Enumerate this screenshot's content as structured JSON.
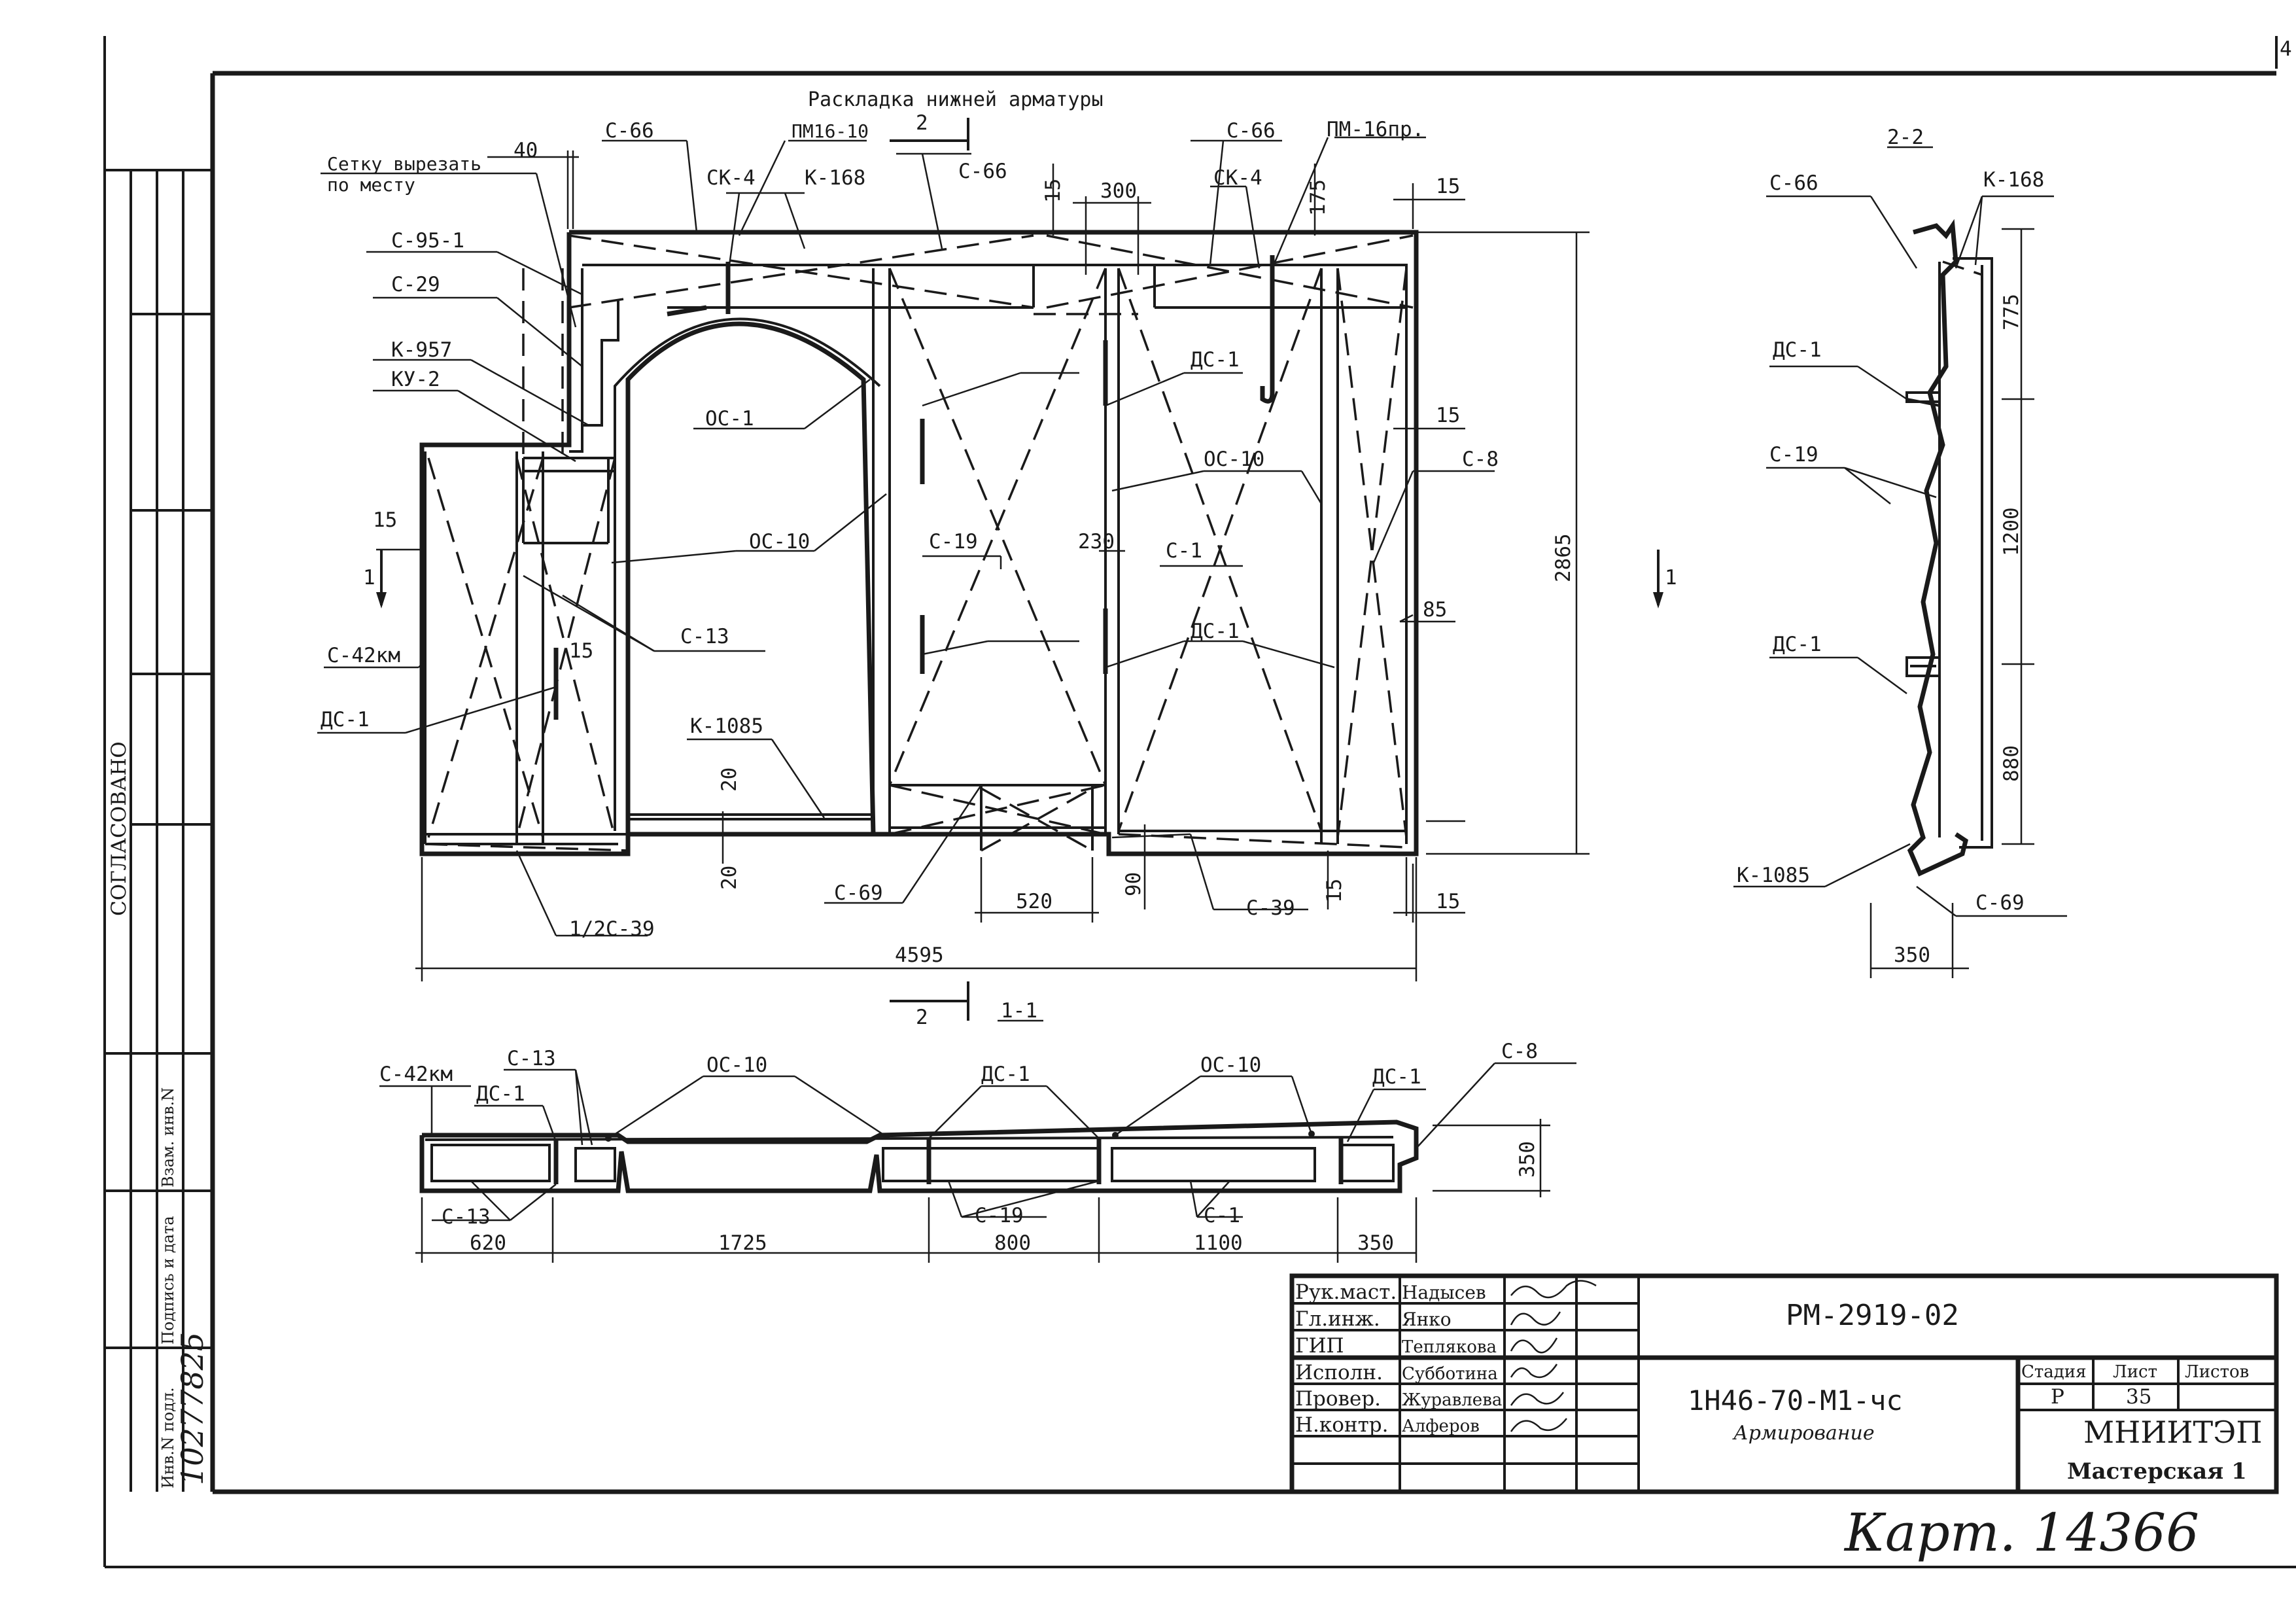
{
  "sheet_corner": "4",
  "plan": {
    "title": "Раскладка нижней арматуры",
    "labels": {
      "pm16_10": "ПМ16-10",
      "section_2": "2",
      "c66": "С-66",
      "pm16pr": "ПМ-16пр.",
      "cut_note_1": "Сетку вырезать",
      "cut_note_2": "по месту",
      "d40": "40",
      "ck4": "СК-4",
      "k168": "К-168",
      "d15": "15",
      "d300": "300",
      "d175": "175",
      "c95_1": "С-95-1",
      "c29": "С-29",
      "k957": "К-957",
      "ku2": "КУ-2",
      "oc1": "ОС-1",
      "dc1": "ДС-1",
      "oc10": "ОС-10",
      "c8": "С-8",
      "d2865": "2865",
      "section_1": "1",
      "c19": "С-19",
      "d230": "230",
      "c1": "С-1",
      "c13": "С-13",
      "d85": "85",
      "c42km": "С-42км",
      "k1085": "К-1085",
      "d20": "20",
      "c69": "С-69",
      "d520": "520",
      "d90": "90",
      "c39": "С-39",
      "c2_39": "1/2С-39",
      "d4595": "4595"
    }
  },
  "section_22": {
    "title": "2-2",
    "c66": "С-66",
    "k168": "К-168",
    "dc1": "ДС-1",
    "c19": "С-19",
    "k1085": "К-1085",
    "c69": "С-69",
    "d775": "775",
    "d1200": "1200",
    "d880": "880",
    "d350": "350"
  },
  "section_11": {
    "title": "1-1",
    "section_mark": "2",
    "c42km": "С-42км",
    "c13": "С-13",
    "dc1": "ДС-1",
    "oc10": "ОС-10",
    "c8": "С-8",
    "c19": "С-19",
    "c1": "С-1",
    "d350": "350",
    "d620": "620",
    "d1725": "1725",
    "d800": "800",
    "d1100": "1100"
  },
  "side_stamp": {
    "agreed": "СОГЛАСОВАНО",
    "inv_orig": "Инв.N подл.",
    "sign_date": "Подпись и дата",
    "replace_inv": "Взам. инв.N",
    "inv_number": "10277825"
  },
  "title_block": {
    "roles": [
      "Рук.маст.",
      "Гл.инж.",
      "ГИП",
      "Исполн.",
      "Провер.",
      "Н.контр."
    ],
    "names": [
      "Надысев",
      "Янко",
      "Теплякова",
      "Субботина",
      "Журавлева",
      "Алферов"
    ],
    "doc_code": "РМ-2919-02",
    "product": "1Н46-70-М1-чс",
    "subtitle": "Армирование",
    "stage_hdr": "Стадия",
    "sheet_hdr": "Лист",
    "sheets_hdr": "Листов",
    "stage": "Р",
    "sheet": "35",
    "org": "МНИИТЭП",
    "workshop": "Мастерская 1"
  },
  "archive_note": "Карт. 14366"
}
